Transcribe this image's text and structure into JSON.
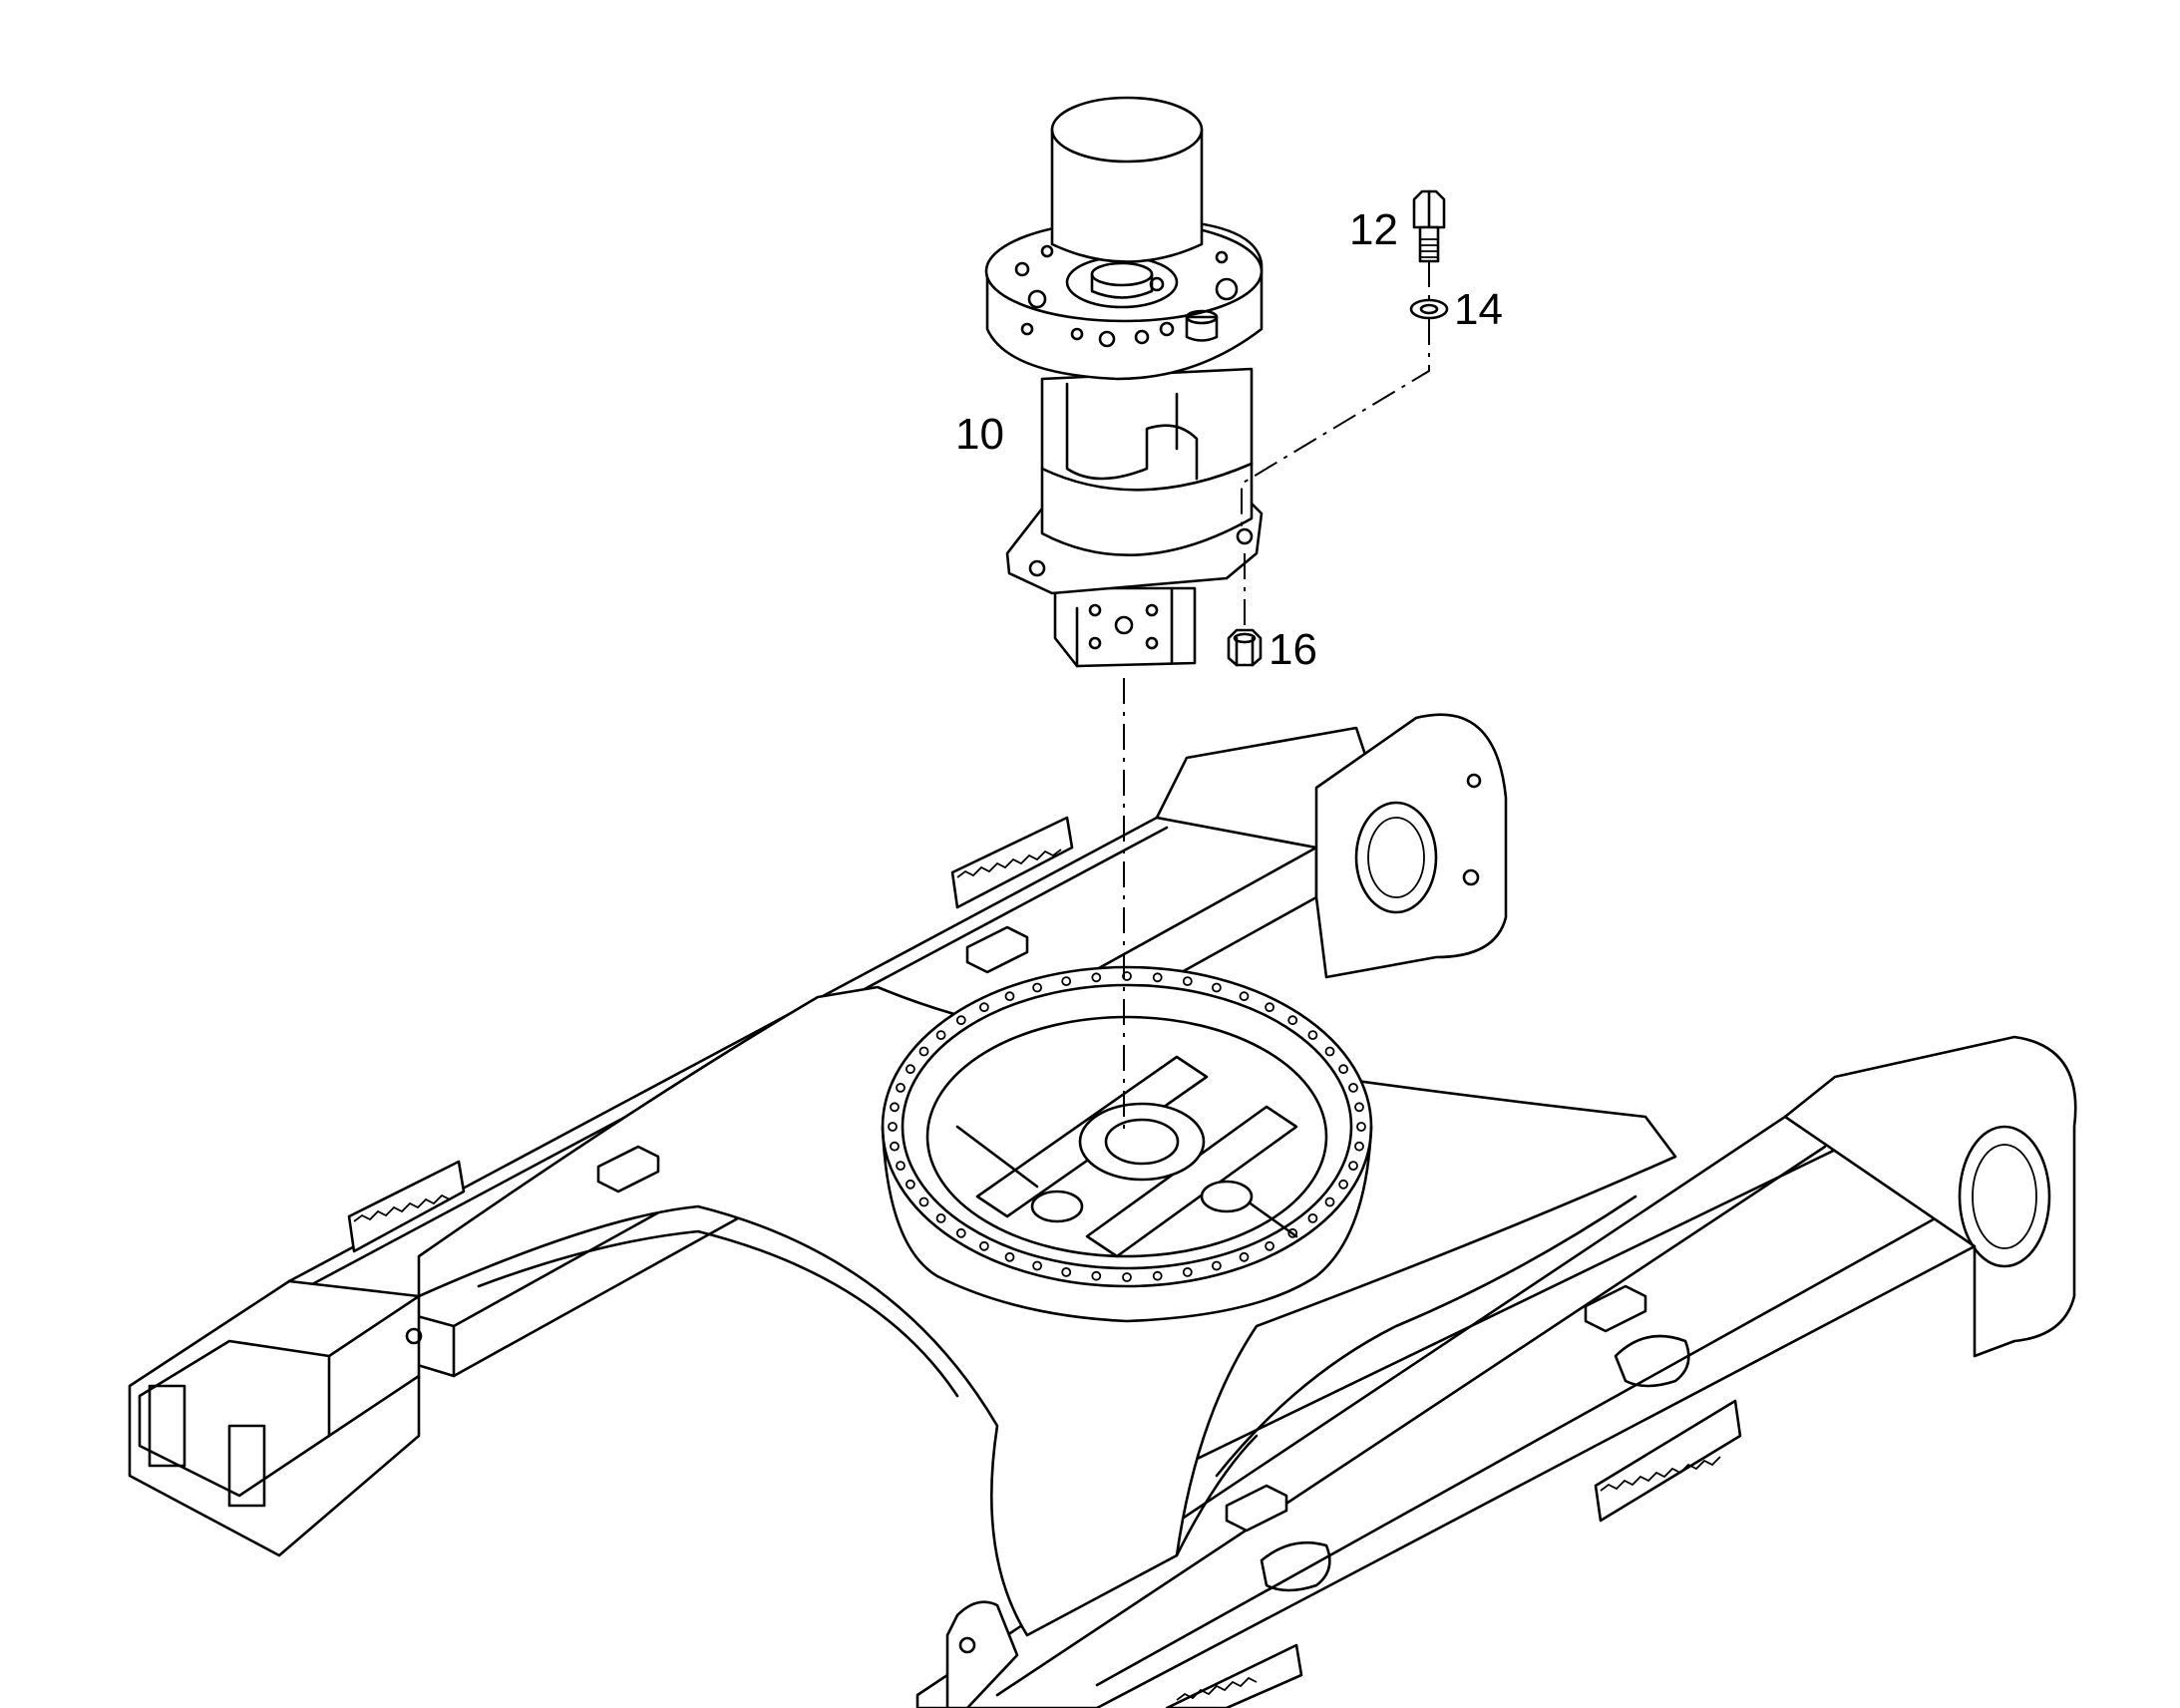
{
  "diagram": {
    "callouts": [
      {
        "id": "part-10",
        "label": "10"
      },
      {
        "id": "part-12",
        "label": "12"
      },
      {
        "id": "part-14",
        "label": "14"
      },
      {
        "id": "part-16",
        "label": "16"
      }
    ],
    "colors": {
      "line": "#000000",
      "background": "#ffffff"
    },
    "parts": [
      "rotary-joint-assembly",
      "bolt",
      "washer",
      "nut",
      "undercarriage-frame"
    ]
  }
}
